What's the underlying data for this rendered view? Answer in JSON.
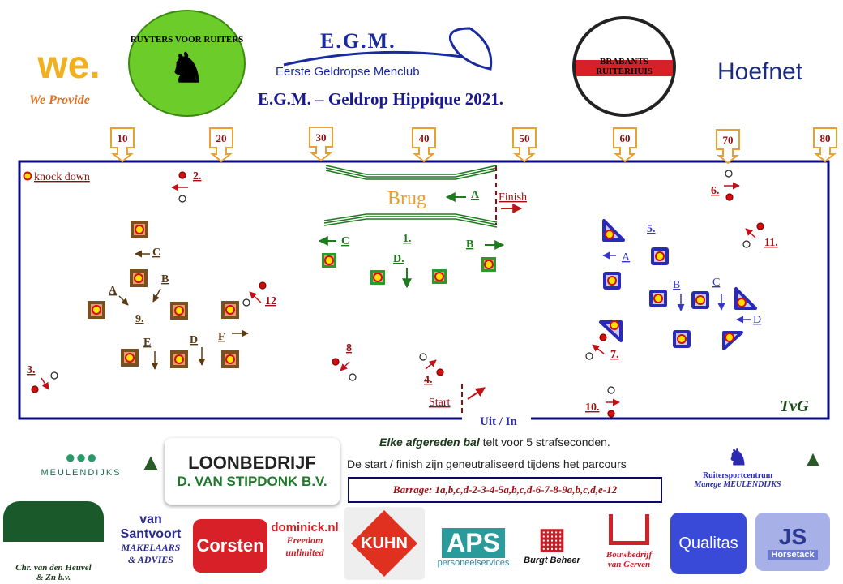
{
  "header": {
    "title": "E.G.M. – Geldrop Hippique 2021.",
    "club_logo_text": "E.G.M.",
    "club_name": "Eerste Geldropse Menclub",
    "sponsors_top": {
      "we_provide_logo": "we.",
      "we_provide": "We Provide",
      "ruyters": "RUYTERS VOOR RUITERS",
      "brabants": "BRABANTS RUITERHUIS",
      "hoefnet": "Hoefnet"
    }
  },
  "course": {
    "distance_markers": [
      "10",
      "20",
      "30",
      "40",
      "50",
      "60",
      "70",
      "80"
    ],
    "legend_knock_down": "knock down",
    "bridge_label": "Brug",
    "finish_label": "Finish",
    "start_label": "Start",
    "exit_label": "Uit / In",
    "designer_initials": "TvG",
    "obstacles": {
      "o1": {
        "number": "1.",
        "a": "A",
        "b": "B",
        "c": "C",
        "d": "D."
      },
      "o2": "2.",
      "o3": "3.",
      "o4": "4.",
      "o5": {
        "number": "5.",
        "a": "A",
        "b": "B",
        "c": "C",
        "d": "D"
      },
      "o6": "6.",
      "o7": "7.",
      "o8": "8",
      "o9": {
        "number": "9.",
        "a": "A",
        "b": "B",
        "c": "C",
        "d": "D",
        "e": "E",
        "f": "F"
      },
      "o10": "10.",
      "o11": "11.",
      "o12": "12"
    }
  },
  "info": {
    "penalty_bold": "Elke afgereden bal",
    "penalty_rest": " telt voor 5 strafseconden.",
    "neutral_note": "De start / finish zijn geneutraliseerd tijdens het parcours",
    "barrage": "Barrage: 1a,b,c,d-2-3-4-5a,b,c,d-6-7-8-9a,b,c,d,e-12"
  },
  "sponsors_bottom": {
    "meulendijks": "MEULENDIJKS",
    "loonbedrijf_1": "LOONBEDRIJF",
    "loonbedrijf_2": "D. VAN STIPDONK B.V.",
    "manege_1": "Ruitersportcentrum",
    "manege_2": "Manege MEULENDIJKS",
    "heuvel_1": "Chr. van den Heuvel",
    "heuvel_2": "& Zn b.v.",
    "santvoort_1": "van Santvoort",
    "santvoort_2": "MAKELAARS",
    "santvoort_3": "& ADVIES",
    "corsten": "Corsten",
    "dominick": "dominick.nl",
    "dominick_2": "Freedom",
    "dominick_3": "unlimited",
    "kuhn": "KUHN",
    "aps": "APS",
    "aps_2": "personeelservices",
    "burgt": "Burgt Beheer",
    "gerven_1": "Bouwbedrijf",
    "gerven_2": "van Gerven",
    "qualitas": "Qualitas",
    "js": "JS",
    "js_2": "Horsetack"
  },
  "colors": {
    "course_border": "#0a0a80",
    "red": "#c01018",
    "green": "#1d7a1d",
    "brown": "#5a3a12",
    "blue": "#3535c8",
    "marker": "#e8a030"
  }
}
